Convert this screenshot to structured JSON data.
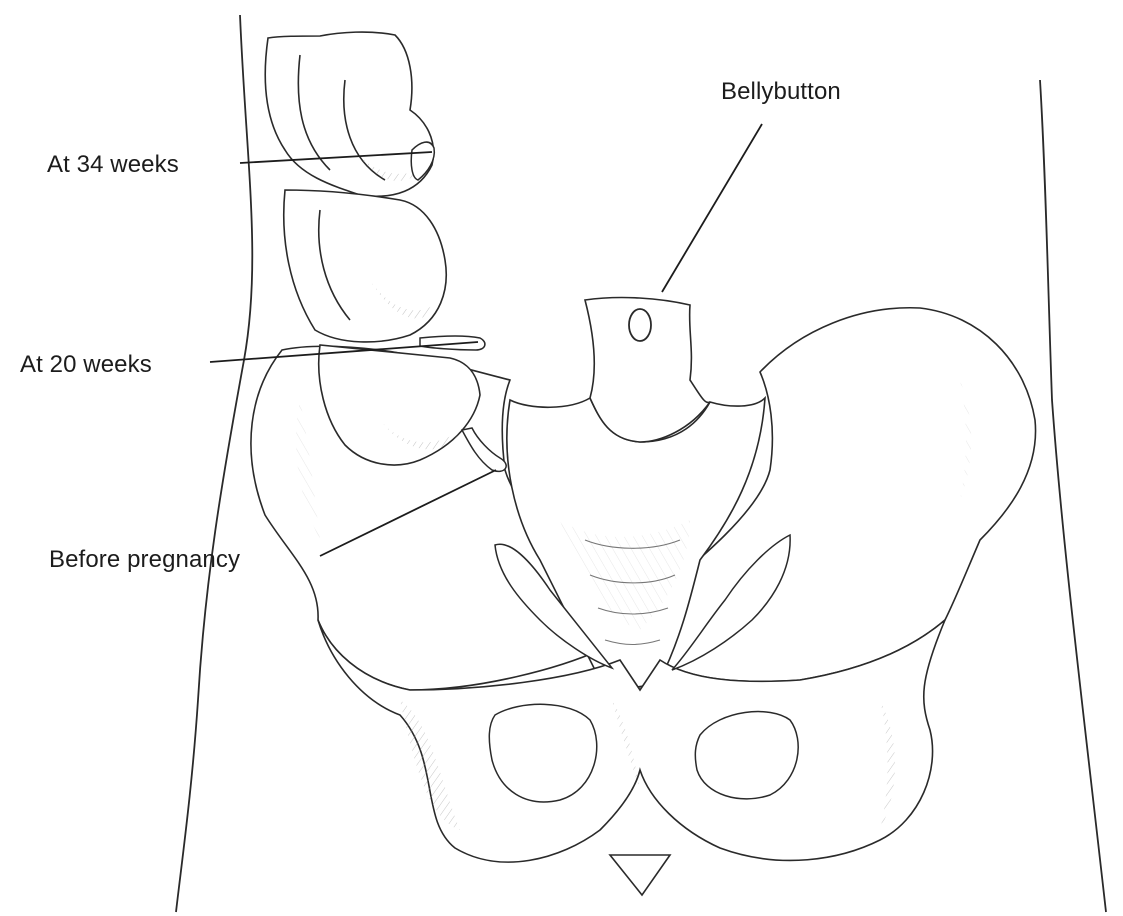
{
  "diagram": {
    "labels": {
      "at_34_weeks": "At 34 weeks",
      "at_20_weeks": "At 20 weeks",
      "before_pregnancy": "Before pregnancy",
      "bellybutton": "Bellybutton"
    },
    "colors": {
      "background": "#ffffff",
      "ink": "#2a2a2a",
      "shading": "#8a8a8a",
      "label_text": "#1c1c1c"
    }
  }
}
